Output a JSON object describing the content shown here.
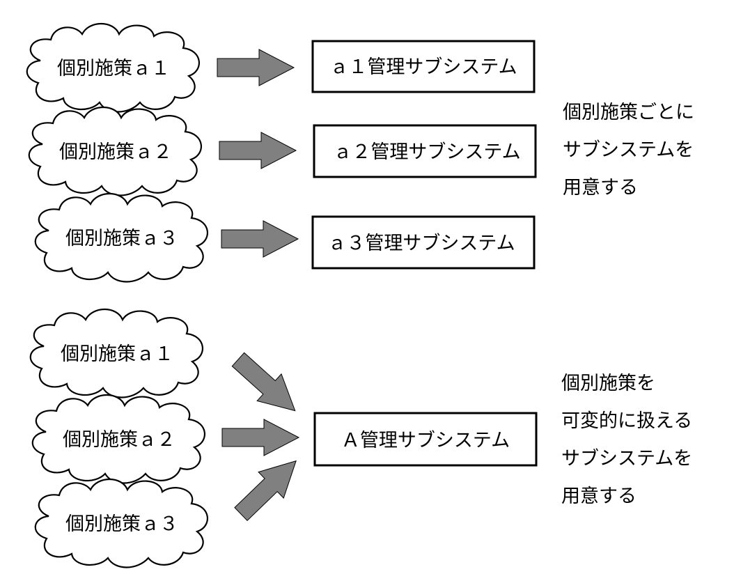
{
  "colors": {
    "arrow_fill": "#808080",
    "stroke": "#000000",
    "background": "#ffffff"
  },
  "top": {
    "clouds": [
      {
        "label": "個別施策ａ１"
      },
      {
        "label": "個別施策ａ２"
      },
      {
        "label": "個別施策ａ３"
      }
    ],
    "boxes": [
      {
        "label": "ａ１管理サブシステム"
      },
      {
        "label": "ａ２管理サブシステム"
      },
      {
        "label": "ａ３管理サブシステム"
      }
    ],
    "note_lines": [
      "個別施策ごとに",
      "サブシステムを",
      "用意する"
    ]
  },
  "bottom": {
    "clouds": [
      {
        "label": "個別施策ａ１"
      },
      {
        "label": "個別施策ａ２"
      },
      {
        "label": "個別施策ａ３"
      }
    ],
    "box": {
      "label": "Ａ管理サブシステム"
    },
    "note_lines": [
      "個別施策を",
      "可変的に扱える",
      "サブシステムを",
      "用意する"
    ]
  }
}
